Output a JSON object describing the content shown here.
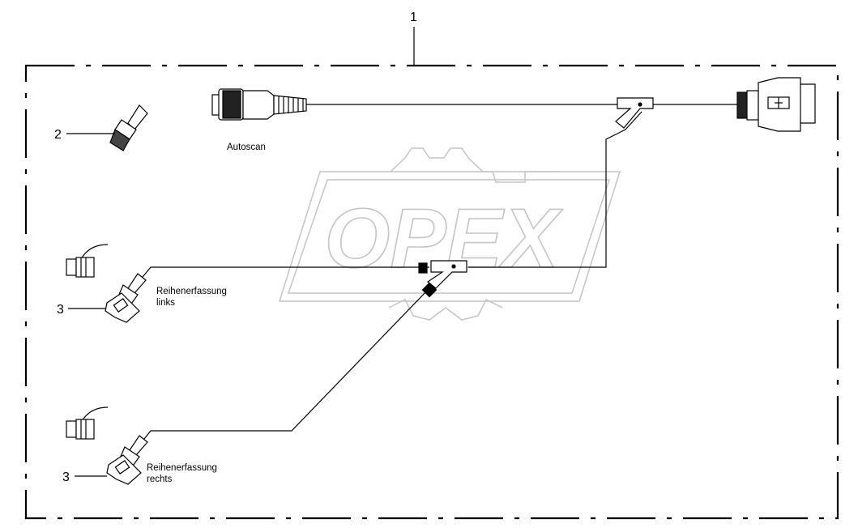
{
  "diagram": {
    "callouts": {
      "assembly": "1",
      "sensor": "2",
      "row_left": "3",
      "row_right": "3"
    },
    "labels": {
      "autoscan": "Autoscan",
      "row_left_line1": "Reihenerfassung",
      "row_left_line2": "links",
      "row_right_line1": "Reihenerfassung",
      "row_right_line2": "rechts"
    },
    "watermark": "OPEX"
  },
  "colors": {
    "line": "#000000",
    "watermark": "#c8c8c8",
    "part_fill": "#ffffff"
  }
}
